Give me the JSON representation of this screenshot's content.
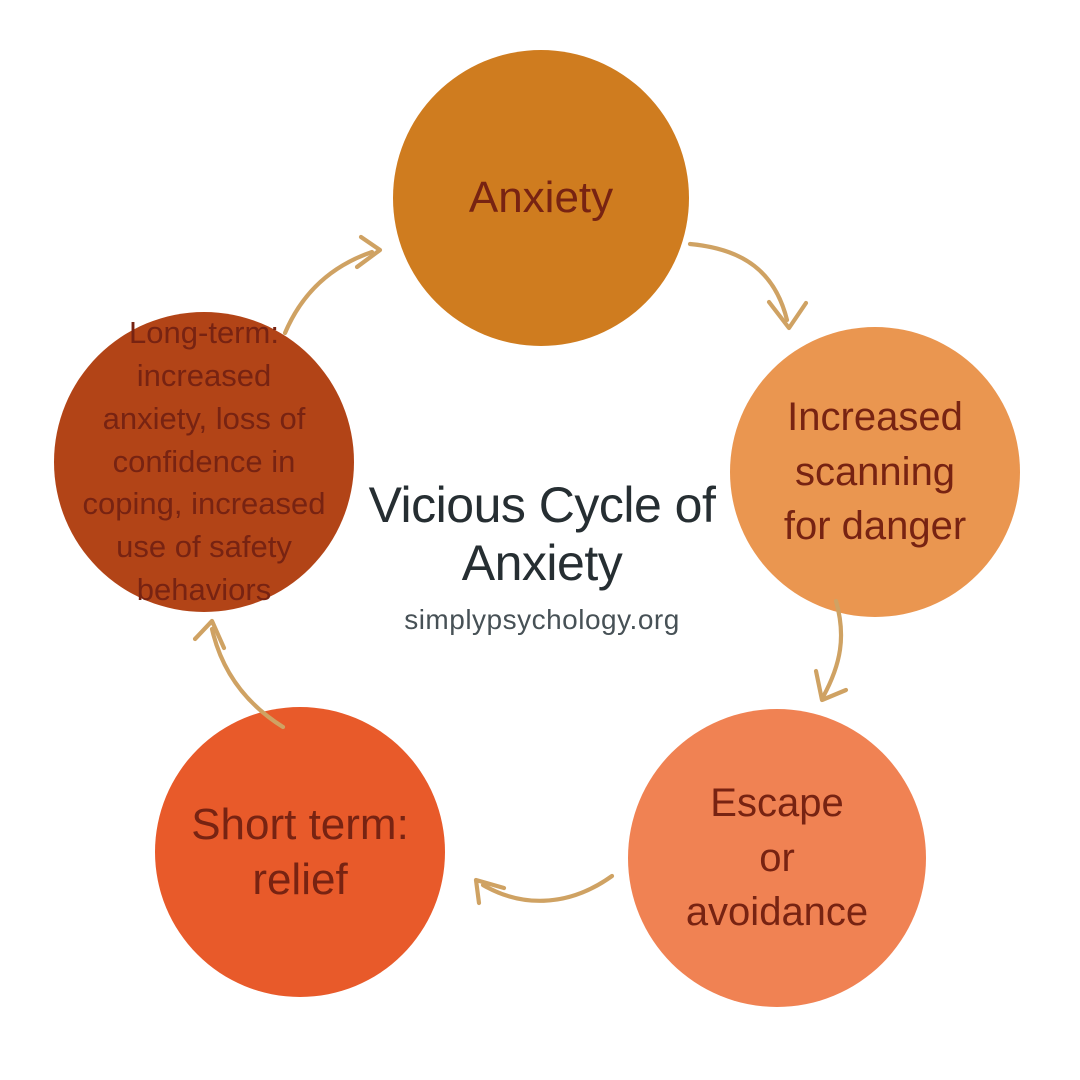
{
  "title": {
    "line1": "Vicious Cycle of",
    "line2": "Anxiety",
    "source": "simplypsychology.org"
  },
  "nodes": [
    {
      "id": "anxiety",
      "label": "Anxiety",
      "color": "#CF7C1F"
    },
    {
      "id": "increased-scanning",
      "label": "Increased\nscanning\nfor danger",
      "color": "#EA9650"
    },
    {
      "id": "escape-avoidance",
      "label": "Escape\nor\navoidance",
      "color": "#F08253"
    },
    {
      "id": "short-term-relief",
      "label": "Short term:\nrelief",
      "color": "#E85A2A"
    },
    {
      "id": "long-term-effects",
      "label": "Long-term:\nincreased\nanxiety, loss of\nconfidence in\ncoping, increased\nuse of safety\nbehaviors",
      "color": "#B24417"
    }
  ],
  "arrows": {
    "color": "#CFA263",
    "connections": [
      "anxiety → increased-scanning",
      "increased-scanning → escape-avoidance",
      "escape-avoidance → short-term-relief",
      "short-term-relief → long-term-effects",
      "long-term-effects → anxiety"
    ]
  },
  "styles": {
    "node_text_color": "#772312",
    "title_color": "#262E32",
    "subtitle_color": "#475156",
    "background": "#FFFFFF"
  }
}
